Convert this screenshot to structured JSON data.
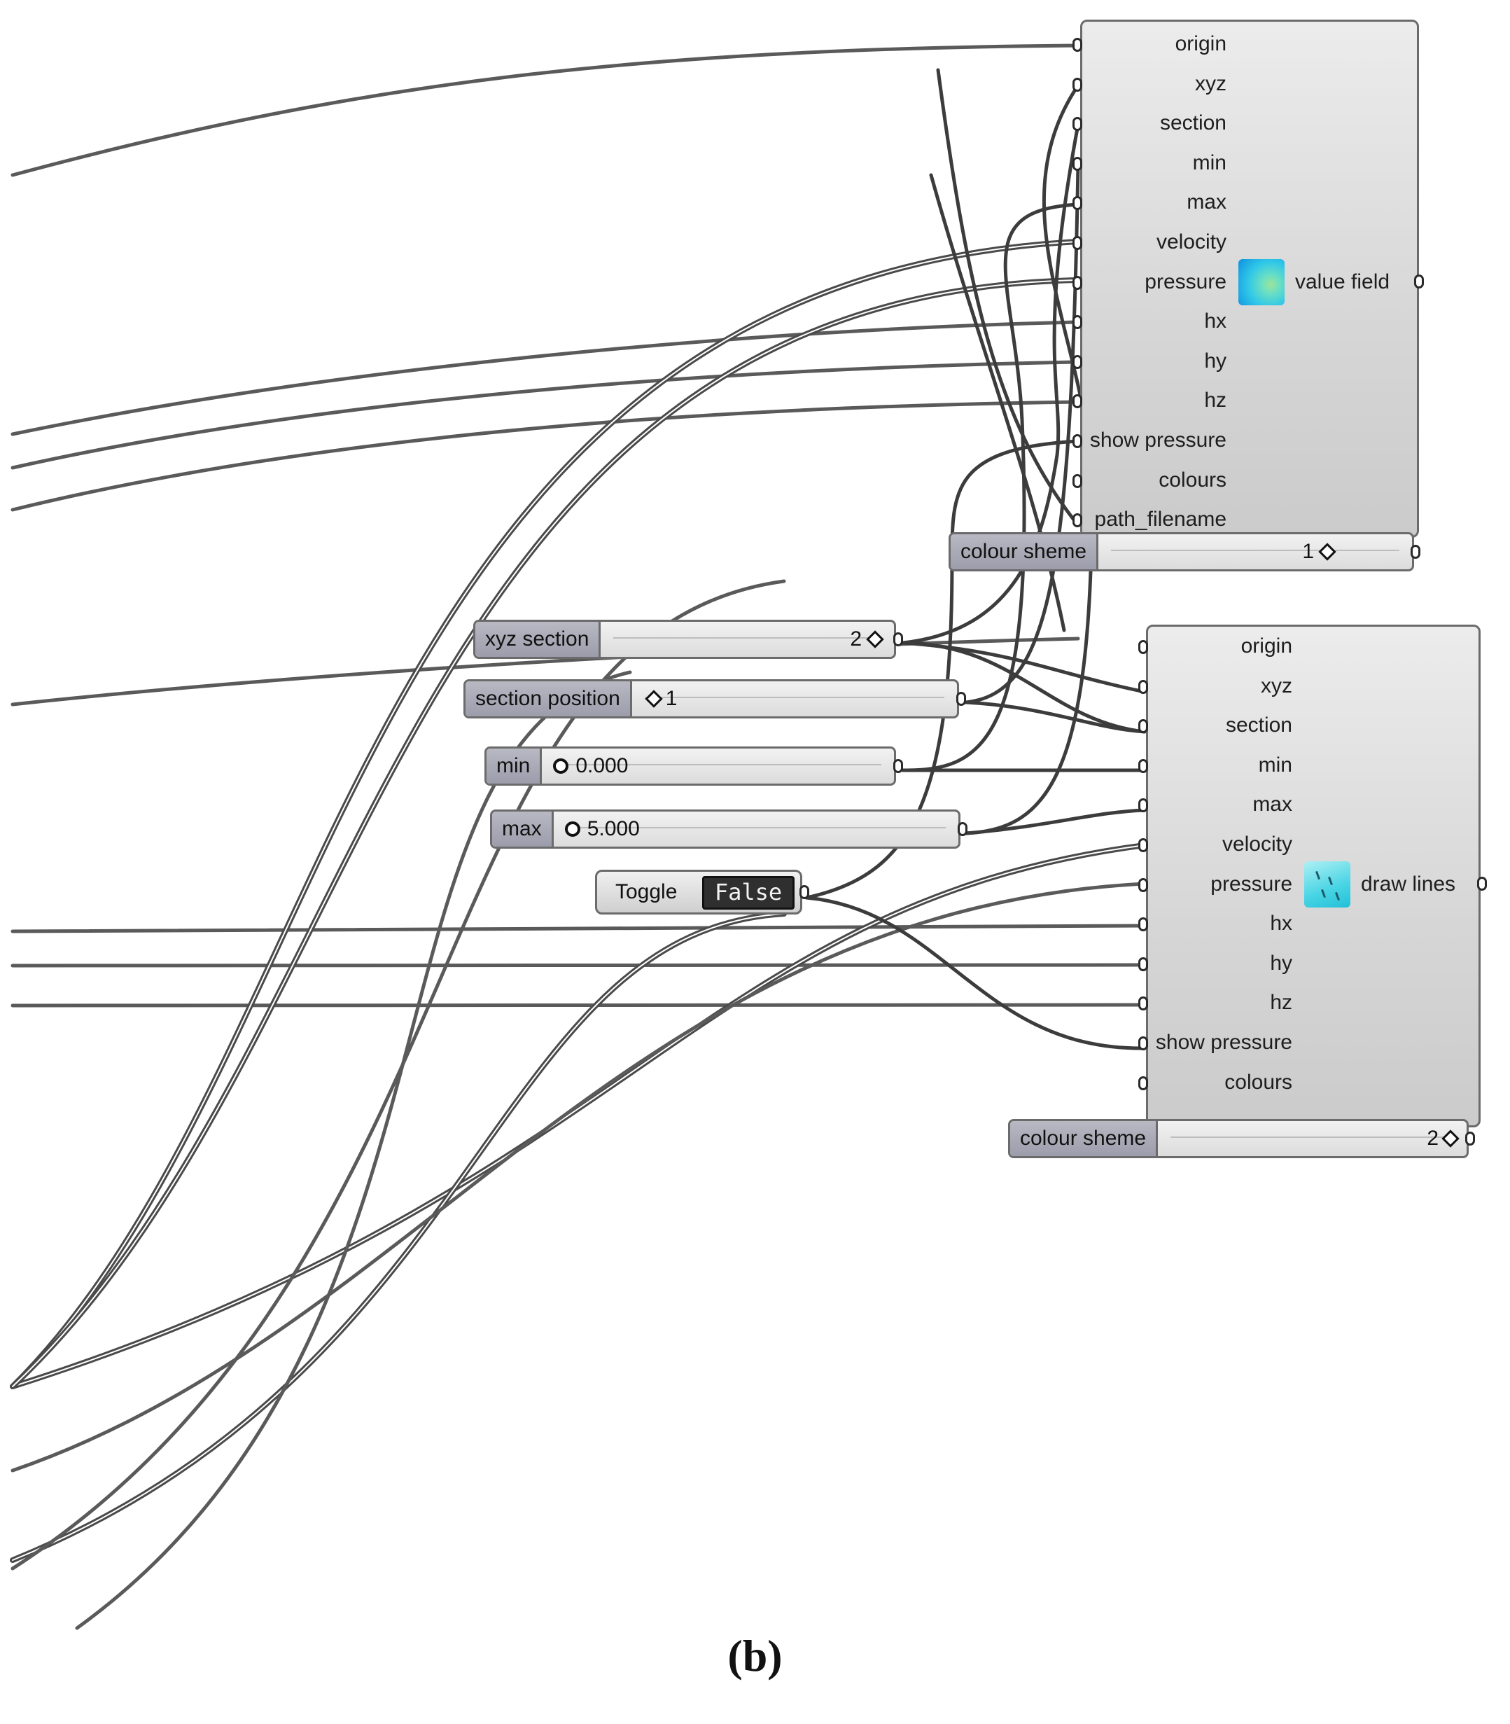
{
  "component_a": {
    "inputs": [
      "origin",
      "xyz",
      "section",
      "min",
      "max",
      "velocity",
      "pressure",
      "hx",
      "hy",
      "hz",
      "show pressure",
      "colours",
      "path_filename"
    ],
    "output": "value field",
    "colour_slider": {
      "label": "colour sheme",
      "value": "1"
    }
  },
  "component_b": {
    "inputs": [
      "origin",
      "xyz",
      "section",
      "min",
      "max",
      "velocity",
      "pressure",
      "hx",
      "hy",
      "hz",
      "show pressure",
      "colours"
    ],
    "output": "draw lines",
    "colour_slider": {
      "label": "colour sheme",
      "value": "2"
    }
  },
  "sliders": {
    "xyz_section": {
      "label": "xyz section",
      "value": "2"
    },
    "section_position": {
      "label": "section position",
      "value": "1"
    },
    "min": {
      "label": "min",
      "value": "0.000"
    },
    "max": {
      "label": "max",
      "value": "5.000"
    }
  },
  "toggle": {
    "label": "Toggle",
    "value": "False"
  },
  "caption": "(b)"
}
